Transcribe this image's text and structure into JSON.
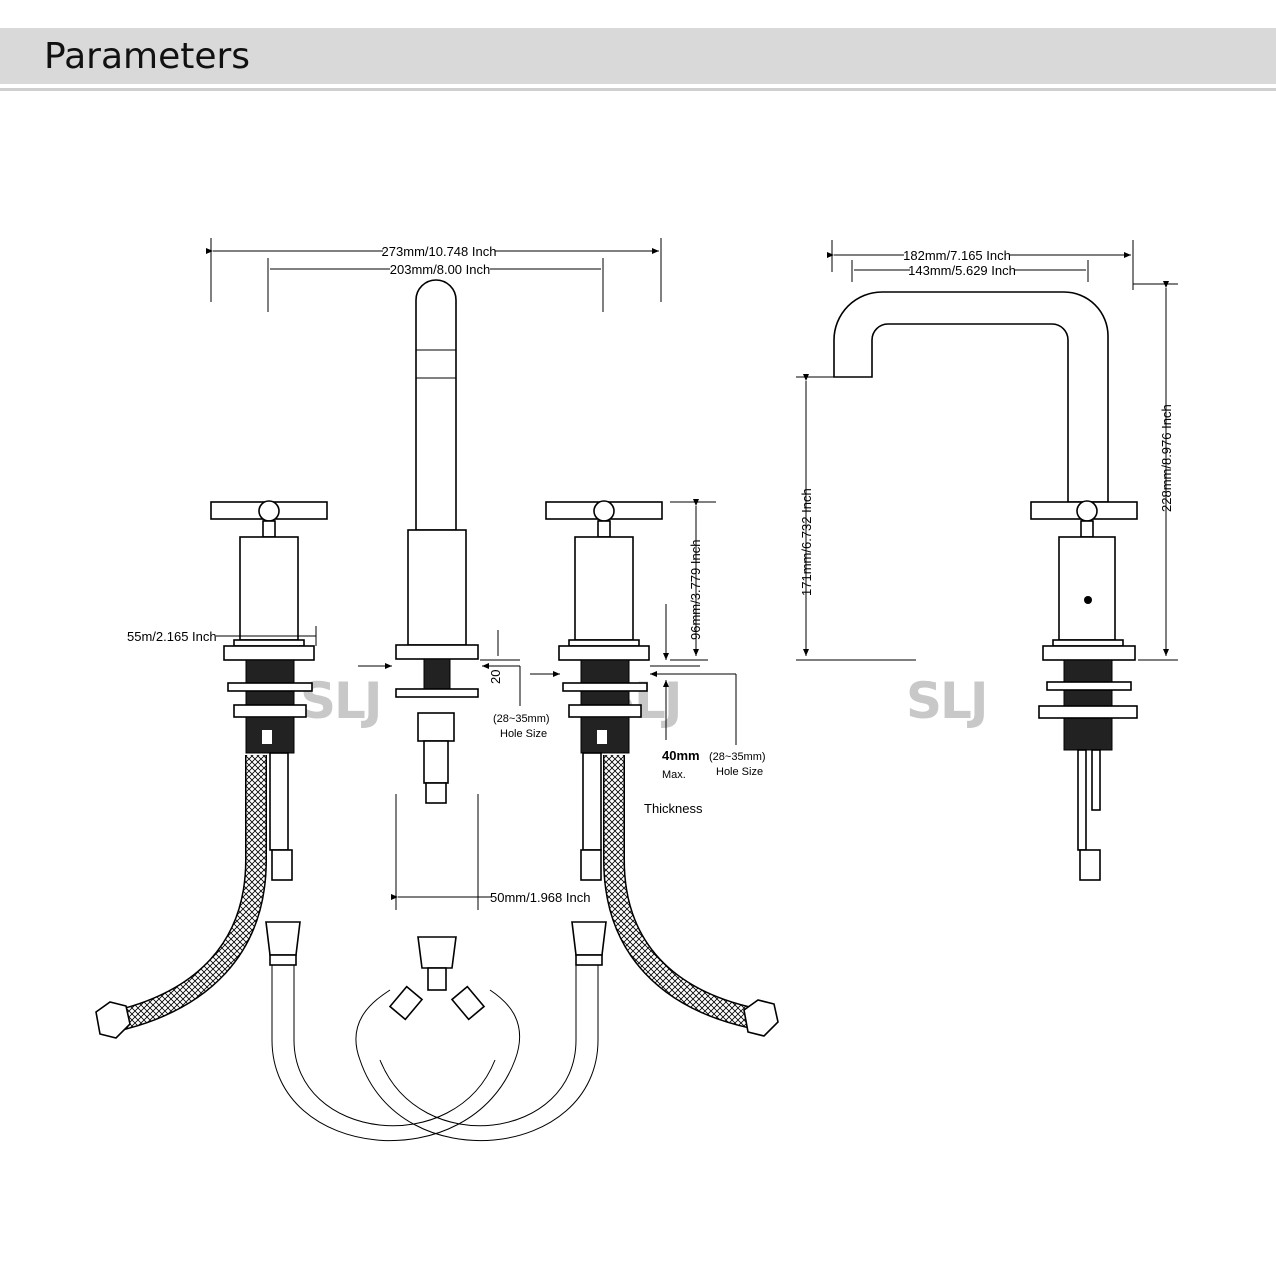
{
  "header": {
    "title": "Parameters"
  },
  "watermark": "SLJ",
  "front_view": {
    "overall_width": "273mm/10.748 Inch",
    "center_spacing": "203mm/8.00 Inch",
    "handle_width": "55m/2.165 Inch",
    "handle_height": "96mm/3.779 Inch",
    "spout_hole": {
      "value": "20",
      "range": "(28~35mm)",
      "label": "Hole Size"
    },
    "handle_hole": {
      "range": "(28~35mm)",
      "label": "Hole Size"
    },
    "max_thickness": {
      "value": "40mm",
      "label": "Max.",
      "caption": "Thickness"
    },
    "connector_length": "50mm/1.968 Inch"
  },
  "side_view": {
    "reach_outer": "182mm/7.165 Inch",
    "reach_inner": "143mm/5.629 Inch",
    "spout_height": "171mm/6.732 Inch",
    "total_height": "228mm/8.976 Inch"
  },
  "colors": {
    "header_bg": "#d9d9d9",
    "line": "#000000",
    "watermark": "#c8c8c8"
  }
}
